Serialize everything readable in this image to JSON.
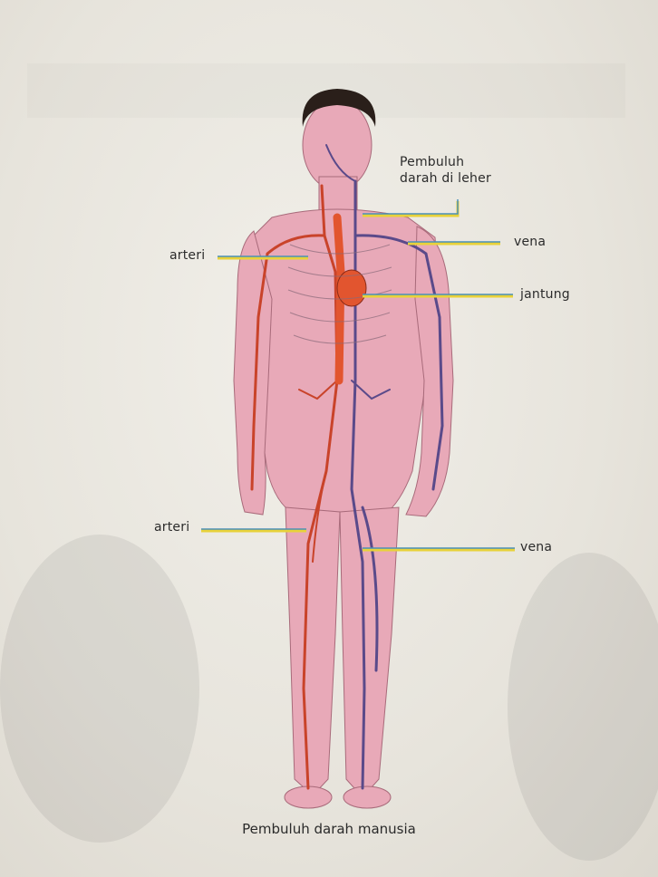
{
  "labels": {
    "neck_vessel_line1": "Pembuluh",
    "neck_vessel_line2": "darah di leher",
    "artery_upper": "arteri",
    "vein_upper": "vena",
    "heart": "jantung",
    "artery_lower": "arteri",
    "vein_lower": "vena"
  },
  "caption": "Pembuluh darah manusia",
  "colors": {
    "skin": "#e8a9b8",
    "artery": "#c9432a",
    "vein": "#5a4a8a",
    "heart": "#e2552f",
    "leader_blue": "#4a8fb8",
    "leader_yellow": "#e8d23a"
  }
}
